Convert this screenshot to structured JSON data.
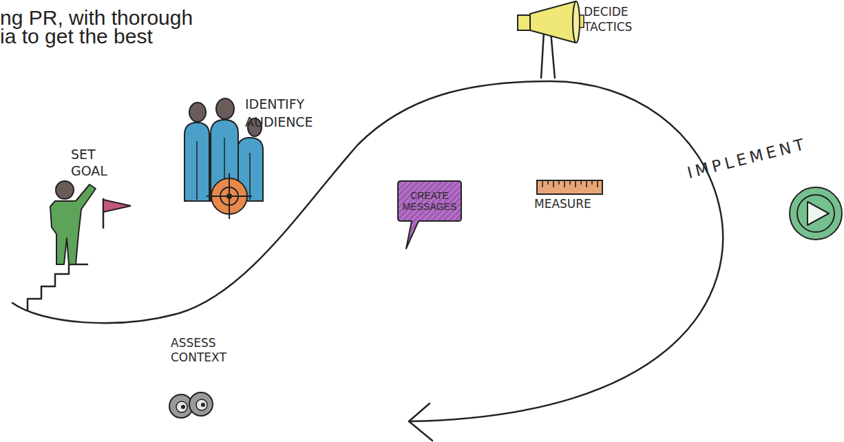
{
  "diagram": {
    "nodes": [
      {
        "text": [
          "CREATE MESSAGES"
        ]
      }
    ],
    "labels": [
      "ng PR, with thorough ia to get the best",
      "SET GOAL",
      "IDENTIFY AUDIENCE",
      "ASSESS CONTEXT",
      "MEASURE",
      "DECIDE TACTICS",
      "IMPLEMENT"
    ]
  }
}
